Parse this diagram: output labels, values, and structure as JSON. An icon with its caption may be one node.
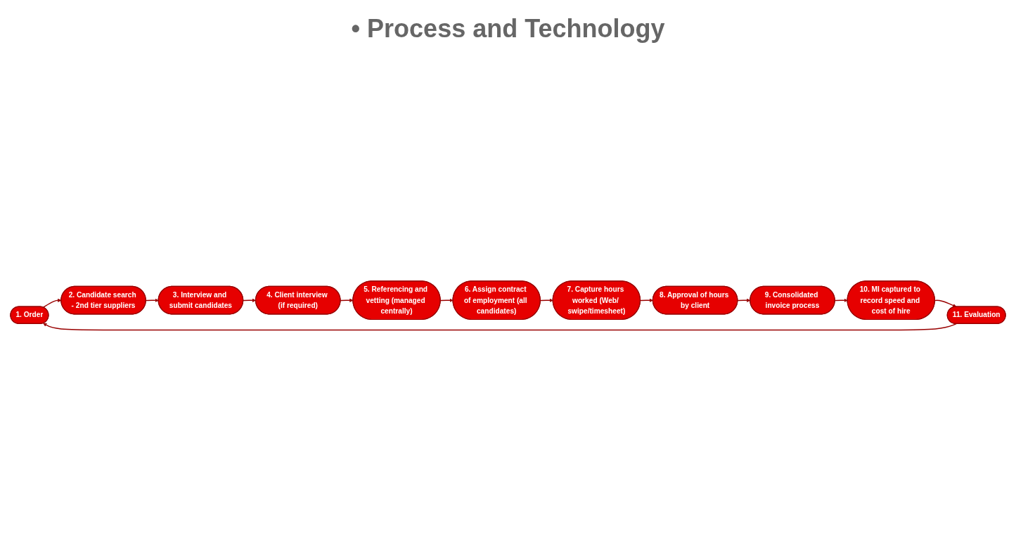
{
  "diagram": {
    "nodes": [
      {
        "text": [
          "1. Order"
        ]
      },
      {
        "text": [
          "2. Candidate search - 2nd tier suppliers"
        ]
      },
      {
        "text": [
          "3. Interview and submit candidates"
        ]
      },
      {
        "text": [
          "4. Client interview (if required)"
        ]
      },
      {
        "text": [
          "5. Referencing and vetting (managed centrally)"
        ]
      },
      {
        "text": [
          "6. Assign contract of employment (all candidates)"
        ]
      },
      {
        "text": [
          "7. Capture hours worked (Web/ swipe/timesheet)"
        ]
      },
      {
        "text": [
          "8. Approval of hours by client"
        ]
      },
      {
        "text": [
          "9. Consolidated invoice process"
        ]
      },
      {
        "text": [
          "10. MI captured to record speed and cost of hire"
        ]
      },
      {
        "text": [
          "11. Evaluation"
        ]
      }
    ],
    "edges": [
      {
        "from": 0,
        "to": 1,
        "arrow": "to"
      },
      {
        "from": 1,
        "to": 2,
        "arrow": "to"
      },
      {
        "from": 2,
        "to": 3,
        "arrow": "to"
      },
      {
        "from": 3,
        "to": 4,
        "arrow": "to"
      },
      {
        "from": 4,
        "to": 5,
        "arrow": "to"
      },
      {
        "from": 5,
        "to": 6,
        "arrow": "to"
      },
      {
        "from": 6,
        "to": 7,
        "arrow": "to"
      },
      {
        "from": 7,
        "to": 8,
        "arrow": "to"
      },
      {
        "from": 8,
        "to": 9,
        "arrow": "to"
      },
      {
        "from": 9,
        "to": 10,
        "arrow": "to"
      },
      {
        "from": 10,
        "to": 0,
        "arrow": "to"
      }
    ],
    "labels": [
      "• Process and Technology"
    ]
  }
}
